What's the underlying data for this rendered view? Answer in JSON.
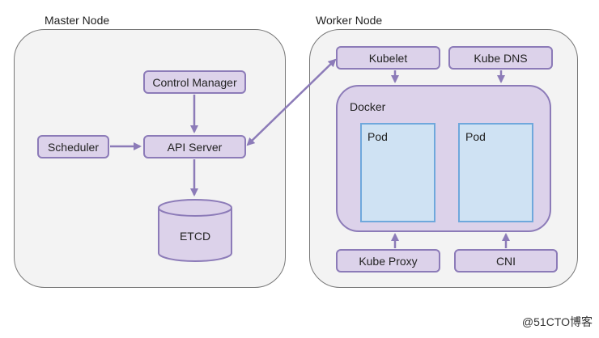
{
  "master_node": {
    "title": "Master Node",
    "control_manager": "Control Manager",
    "scheduler": "Scheduler",
    "api_server": "API Server",
    "etcd": "ETCD"
  },
  "worker_node": {
    "title": "Worker Node",
    "kubelet": "Kubelet",
    "kube_dns": "Kube DNS",
    "docker": "Docker",
    "pods": [
      "Pod",
      "Pod"
    ],
    "kube_proxy": "Kube Proxy",
    "cni": "CNI"
  },
  "colors": {
    "component_fill": "#dcd2ea",
    "component_border": "#8c7bb8",
    "pod_fill": "#cfe2f3",
    "pod_border": "#6fa8dc",
    "node_fill": "#f3f3f3"
  },
  "watermark": "@51CTO博客"
}
